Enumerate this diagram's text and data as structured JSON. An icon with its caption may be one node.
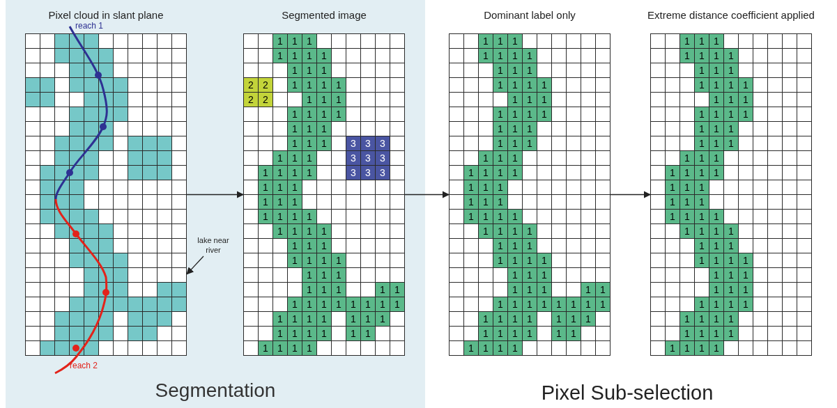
{
  "diagram": {
    "nodes": [
      {
        "text": [
          "Segmentation"
        ]
      },
      {
        "text": [
          "Pixel cloud in slant plane"
        ],
        "in": 0
      },
      {
        "text": [
          "Segmented image"
        ],
        "in": 0
      },
      {
        "text": [
          "Dominant label only"
        ]
      },
      {
        "text": [
          "Extreme distance coefficient applied"
        ]
      },
      {
        "text": [
          "lake near river"
        ],
        "in": 0
      }
    ],
    "edges": [
      {
        "from": 1,
        "to": 2,
        "arrow": "to"
      },
      {
        "from": 2,
        "to": 3,
        "arrow": "to"
      },
      {
        "from": 3,
        "to": 4,
        "arrow": "to"
      },
      {
        "from": 5,
        "to": 1,
        "arrow": "to"
      }
    ],
    "labels": [
      "reach 1",
      "reach 2",
      "1",
      "1",
      "1",
      "1",
      "1",
      "1",
      "1",
      "1",
      "1",
      "1",
      "2",
      "2",
      "1",
      "1",
      "1",
      "1",
      "2",
      "2",
      "1",
      "1",
      "1",
      "1",
      "1",
      "1",
      "1",
      "1",
      "1",
      "1",
      "1",
      "1",
      "1",
      "3",
      "3",
      "3",
      "1",
      "1",
      "1",
      "3",
      "3",
      "3",
      "1",
      "1",
      "1",
      "1",
      "3",
      "3",
      "3",
      "1",
      "1",
      "1",
      "1",
      "1",
      "1",
      "1",
      "1",
      "1",
      "1",
      "1",
      "1",
      "1",
      "1",
      "1",
      "1",
      "1",
      "1",
      "1",
      "1",
      "1",
      "1",
      "1",
      "1",
      "1",
      "1",
      "1",
      "1",
      "1",
      "1",
      "1",
      "1",
      "1",
      "1",
      "1",
      "1",
      "1",
      "1",
      "1",
      "1",
      "1",
      "1",
      "1",
      "1",
      "1",
      "1",
      "1",
      "1",
      "1",
      "1",
      "1",
      "1",
      "1",
      "1",
      "1",
      "1",
      "1",
      "1",
      "1",
      "1",
      "1",
      "1",
      "1",
      "1",
      "1",
      "1",
      "1",
      "1",
      "1",
      "1",
      "1",
      "1",
      "1",
      "1",
      "1",
      "1",
      "1",
      "1",
      "1",
      "1",
      "1",
      "1",
      "1",
      "1",
      "1",
      "1",
      "1",
      "1",
      "1",
      "1",
      "1",
      "1",
      "1",
      "1",
      "1",
      "1",
      "1",
      "1",
      "1",
      "1",
      "1",
      "1",
      "1",
      "1",
      "1",
      "1",
      "1",
      "1",
      "1",
      "1",
      "1",
      "1",
      "1",
      "1",
      "1",
      "1",
      "1",
      "1",
      "1",
      "1",
      "1",
      "1",
      "1",
      "1",
      "1",
      "1",
      "1",
      "1",
      "1",
      "1",
      "1",
      "1",
      "1",
      "1",
      "1",
      "1",
      "1",
      "1",
      "1",
      "1",
      "1",
      "1",
      "1",
      "1",
      "1",
      "1",
      "1",
      "1",
      "1",
      "1",
      "1",
      "1",
      "1",
      "1",
      "1",
      "1",
      "1",
      "1",
      "1",
      "1",
      "1",
      "1",
      "1",
      "1",
      "1",
      "1",
      "1",
      "1",
      "1",
      "1",
      "1",
      "1",
      "1",
      "1",
      "1",
      "1",
      "1",
      "1",
      "1",
      "1",
      "1",
      "1",
      "1",
      "1",
      "1",
      "1",
      "1",
      "1",
      "1",
      "1",
      "1",
      "1",
      "1",
      "1",
      "1",
      "1",
      "1",
      "1",
      "1",
      "1",
      "1",
      "1",
      "1",
      "1",
      "1",
      "1",
      "1",
      "1",
      "1",
      "1",
      "1",
      "1",
      "1",
      "1",
      "1",
      "1",
      "1",
      "1",
      "1",
      "Pixel Sub-selection"
    ]
  }
}
